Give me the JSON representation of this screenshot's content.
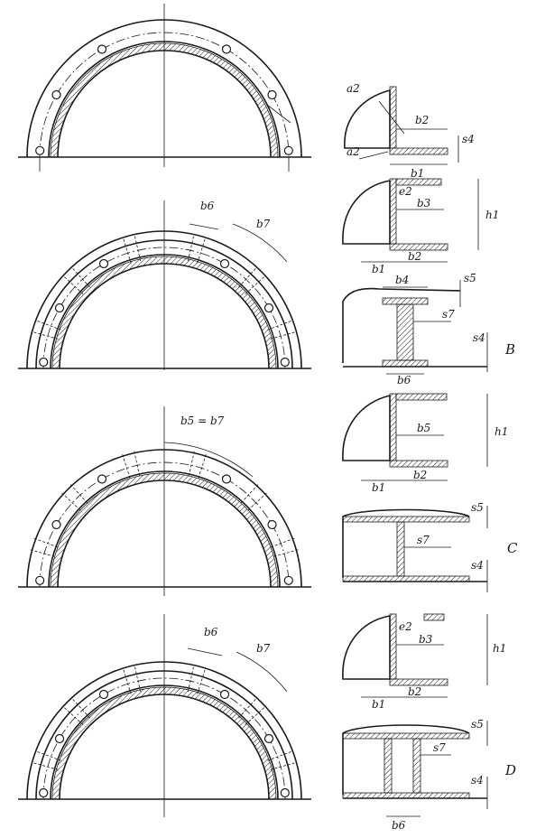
{
  "views": [
    {
      "id": "top",
      "mark": "",
      "labels": {
        "a2_top": "a2",
        "b2": "b2",
        "s4": "s4",
        "a2_bot": "a2",
        "b1": "b1"
      }
    },
    {
      "id": "b",
      "mark": "B",
      "labels": {
        "b6": "b6",
        "b7": "b7",
        "e2": "e2",
        "b3": "b3",
        "h1": "h1",
        "b1": "b1",
        "b2": "b2",
        "b4": "b4",
        "s5": "s5",
        "s7": "s7",
        "s4": "s4",
        "b6_sec": "b6"
      }
    },
    {
      "id": "c",
      "mark": "C",
      "labels": {
        "b5b7": "b5 = b7",
        "b5": "b5",
        "h1": "h1",
        "b1": "b1",
        "b2": "b2",
        "s5": "s5",
        "s7": "s7",
        "s4": "s4"
      }
    },
    {
      "id": "d",
      "mark": "D",
      "labels": {
        "b6": "b6",
        "b7": "b7",
        "e2": "e2",
        "b3": "b3",
        "h1": "h1",
        "b1": "b1",
        "b2": "b2",
        "s5": "s5",
        "s7": "s7",
        "s4": "s4",
        "b6_sec": "b6"
      }
    }
  ]
}
